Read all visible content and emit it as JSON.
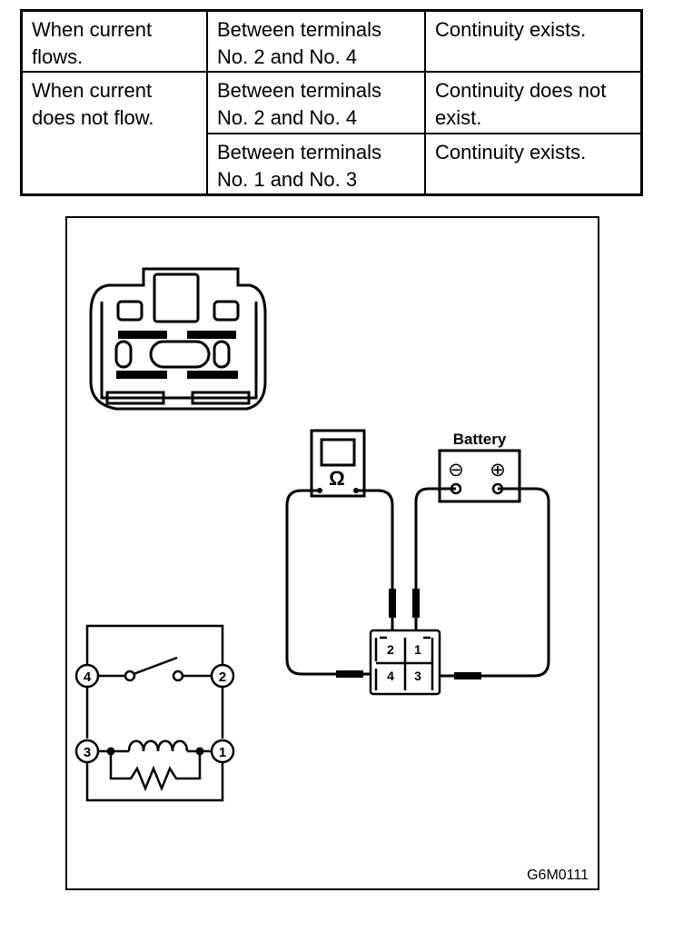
{
  "table": {
    "rows": [
      {
        "condition": "When current flows.",
        "terminals": "Between terminals No. 2 and No. 4",
        "result": "Continuity exists."
      },
      {
        "condition": "When current does not flow.",
        "terminals": "Between terminals No. 2 and No. 4",
        "result": "Continuity does not exist."
      },
      {
        "condition": "",
        "terminals": "Between terminals No. 1 and No. 3",
        "result": "Continuity exists."
      }
    ]
  },
  "diagram": {
    "battery_label": "Battery",
    "ohmmeter_symbol": "Ω",
    "battery_negative": "⊖",
    "battery_positive": "⊕",
    "connector_pins": [
      "2",
      "1",
      "4",
      "3"
    ],
    "schematic_terminals": [
      "4",
      "2",
      "3",
      "1"
    ],
    "figure_code": "G6M0111"
  }
}
